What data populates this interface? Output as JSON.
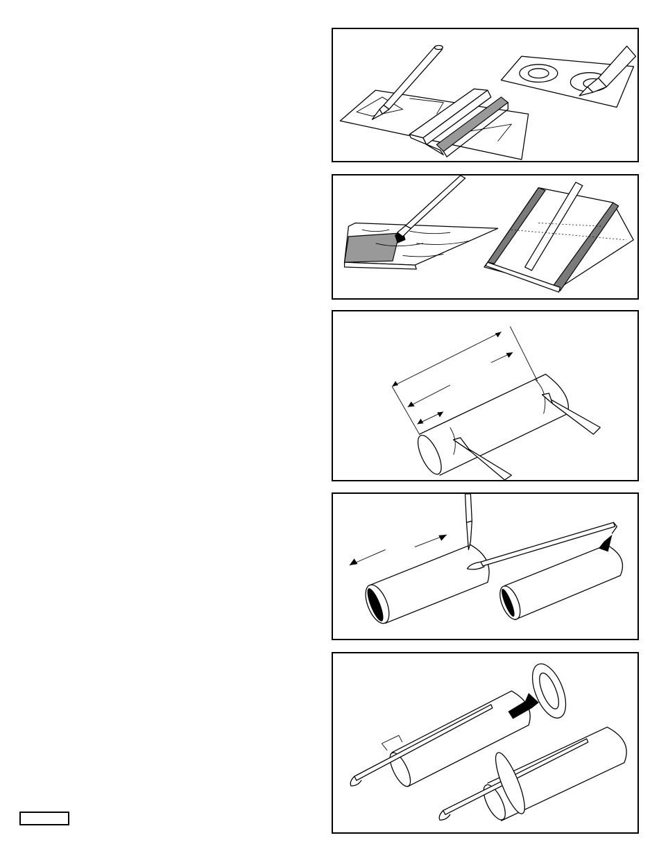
{
  "page": {
    "page_number": ""
  },
  "steps": [
    {
      "icon": "cut-out-parts-illustration"
    },
    {
      "icon": "glue-and-sand-fins-illustration"
    },
    {
      "icon": "mark-body-tube-illustration"
    },
    {
      "icon": "cut-slit-insert-engine-hook-illustration"
    },
    {
      "icon": "slide-centering-ring-illustration"
    }
  ]
}
